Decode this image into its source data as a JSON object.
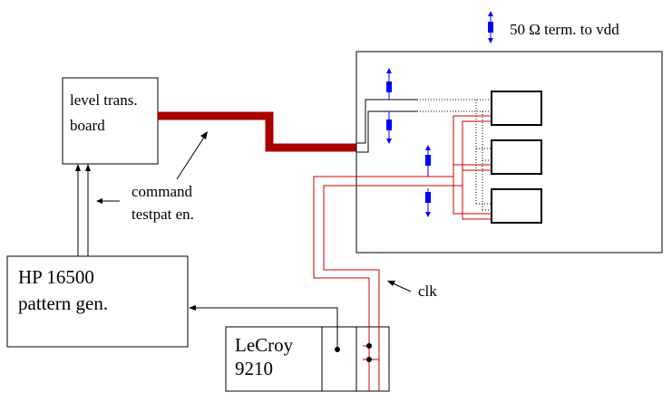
{
  "legend": {
    "text": "50 Ω  term. to vdd",
    "icon": "termination-resistor-icon",
    "color": "#0000ff"
  },
  "boxes": {
    "level_trans": {
      "line1": "level trans.",
      "line2": "board"
    },
    "hp": {
      "line1": "HP 16500",
      "line2": "pattern gen."
    },
    "lecroy": {
      "line1": "LeCroy",
      "line2": "9210"
    }
  },
  "labels": {
    "command": "command",
    "testpat": "testpat en.",
    "clk": "clk"
  },
  "colors": {
    "cable": "#aa0000",
    "wire_red": "#cc0000",
    "resistor": "#0000ff"
  }
}
